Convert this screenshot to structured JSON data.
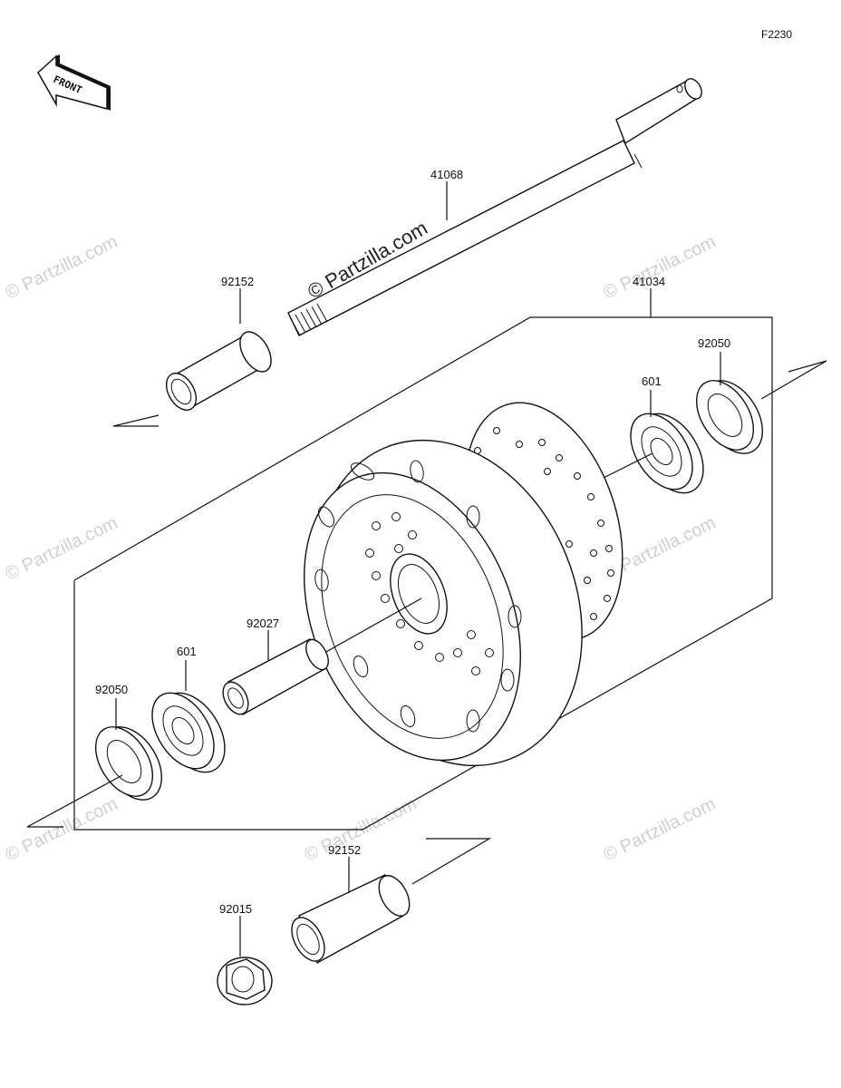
{
  "diagram_ref": "F2230",
  "front_arrow": {
    "label": "FRONT"
  },
  "watermark": {
    "text": "© Partzilla.com"
  },
  "parts": {
    "axle": "41068",
    "collar_top": "92152",
    "hub_assembly": "41034",
    "oil_seal_right": "92050",
    "bearing_right": "601",
    "spacer": "92027",
    "bearing_left": "601",
    "oil_seal_left": "92050",
    "collar_bottom": "92152",
    "nut": "92015"
  }
}
